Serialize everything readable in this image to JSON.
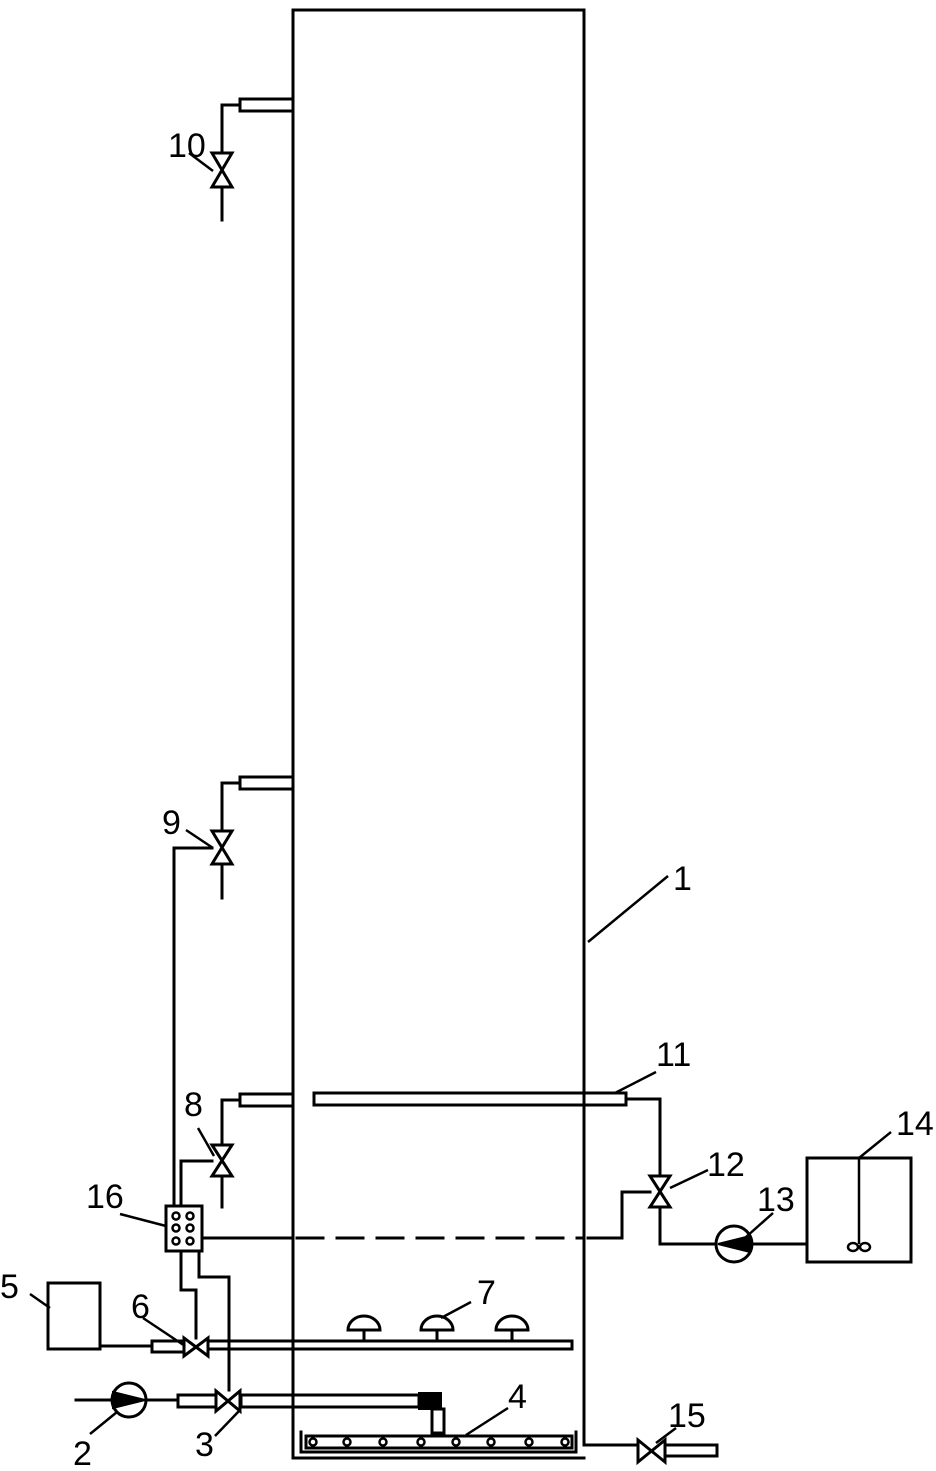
{
  "colors": {
    "line": "#000000",
    "background": "#ffffff"
  },
  "labels": {
    "l1": "1",
    "l2": "2",
    "l3": "3",
    "l4": "4",
    "l5": "5",
    "l6": "6",
    "l7": "7",
    "l8": "8",
    "l9": "9",
    "l10": "10",
    "l11": "11",
    "l12": "12",
    "l13": "13",
    "l14": "14",
    "l15": "15",
    "l16": "16"
  }
}
